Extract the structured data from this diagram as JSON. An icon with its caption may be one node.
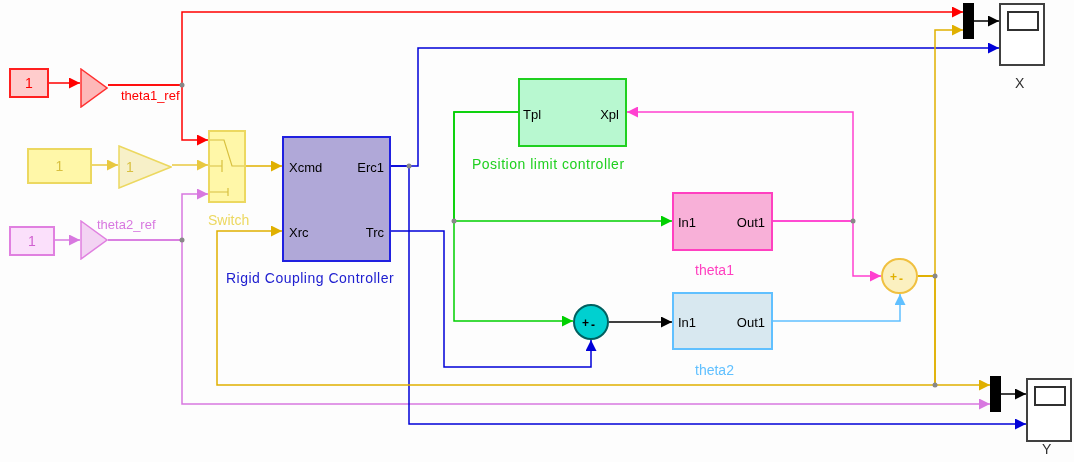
{
  "diagram": {
    "nodes": [
      {
        "text": [
          "1"
        ]
      },
      {
        "text": [],
        "shape": "triangle"
      },
      {
        "text": [
          "1"
        ]
      },
      {
        "text": [
          "1"
        ]
      },
      {
        "text": [
          "1"
        ]
      },
      {
        "text": [],
        "shape": "triangle"
      },
      {
        "text": [],
        "shape": "box",
        "beside": [
          "Switch"
        ]
      },
      {
        "text": [
          "Xcmd",
          "Erc1",
          "Xrc",
          "Trc"
        ],
        "beside": [
          "Rigid Coupling Controller"
        ]
      },
      {
        "text": [
          "Tpl",
          "Xpl"
        ],
        "beside": [
          "Position limit controller"
        ]
      },
      {
        "text": [
          "In1",
          "Out1"
        ],
        "beside": [
          "theta1"
        ]
      },
      {
        "text": [
          "+",
          "-"
        ]
      },
      {
        "text": [
          "In1",
          "Out1"
        ],
        "beside": [
          "theta2"
        ]
      },
      {
        "text": [
          "+",
          "-"
        ]
      },
      {
        "text": [],
        "shape": "bar"
      },
      {
        "text": [],
        "shape": "box",
        "beside": [
          "X"
        ]
      },
      {
        "text": [],
        "shape": "bar"
      },
      {
        "text": [],
        "shape": "box",
        "beside": [
          "Y"
        ]
      }
    ],
    "edges": [
      {
        "from": 0,
        "to": 1,
        "arrow": "to",
        "color": "#ff0000"
      },
      {
        "from": 1,
        "to": 6,
        "arrow": "to",
        "color": "#ff0000",
        "label": "theta1_ref"
      },
      {
        "from": 1,
        "to": 13,
        "arrow": "to",
        "color": "#ff0000"
      },
      {
        "from": 2,
        "to": 3,
        "arrow": "to",
        "color": "#e8c840"
      },
      {
        "from": 3,
        "to": 6,
        "arrow": "to",
        "color": "#e8c840"
      },
      {
        "from": 4,
        "to": 5,
        "arrow": "to",
        "color": "#d878e0"
      },
      {
        "from": 5,
        "to": 6,
        "arrow": "to",
        "color": "#d878e0",
        "label": "theta2_ref"
      },
      {
        "from": 5,
        "to": 15,
        "arrow": "to",
        "color": "#d878e0"
      },
      {
        "from": 6,
        "to": 7,
        "arrow": "to",
        "color": "#e0b000"
      },
      {
        "from": 7,
        "to": 14,
        "arrow": "to",
        "color": "#0000d8"
      },
      {
        "from": 7,
        "to": 16,
        "arrow": "to",
        "color": "#0000d8"
      },
      {
        "from": 7,
        "to": 10,
        "arrow": "to",
        "color": "#0000d8"
      },
      {
        "from": 8,
        "to": 9,
        "arrow": "to",
        "color": "#00d000"
      },
      {
        "from": 8,
        "to": 10,
        "arrow": "to",
        "color": "#00d000"
      },
      {
        "from": 10,
        "to": 11,
        "arrow": "to",
        "color": "#000000"
      },
      {
        "from": 9,
        "to": 8,
        "arrow": "to",
        "color": "#ff40d0"
      },
      {
        "from": 9,
        "to": 12,
        "arrow": "to",
        "color": "#ff40d0"
      },
      {
        "from": 11,
        "to": 12,
        "arrow": "to",
        "color": "#60c0ff"
      },
      {
        "from": 12,
        "to": 13,
        "arrow": "to",
        "color": "#e0b000"
      },
      {
        "from": 12,
        "to": 15,
        "arrow": "to",
        "color": "#e0b000"
      },
      {
        "from": 12,
        "to": 7,
        "arrow": "to",
        "color": "#e0b000"
      },
      {
        "from": 13,
        "to": 14,
        "arrow": "to",
        "color": "#000000"
      },
      {
        "from": 15,
        "to": 16,
        "arrow": "to",
        "color": "#000000"
      }
    ]
  }
}
